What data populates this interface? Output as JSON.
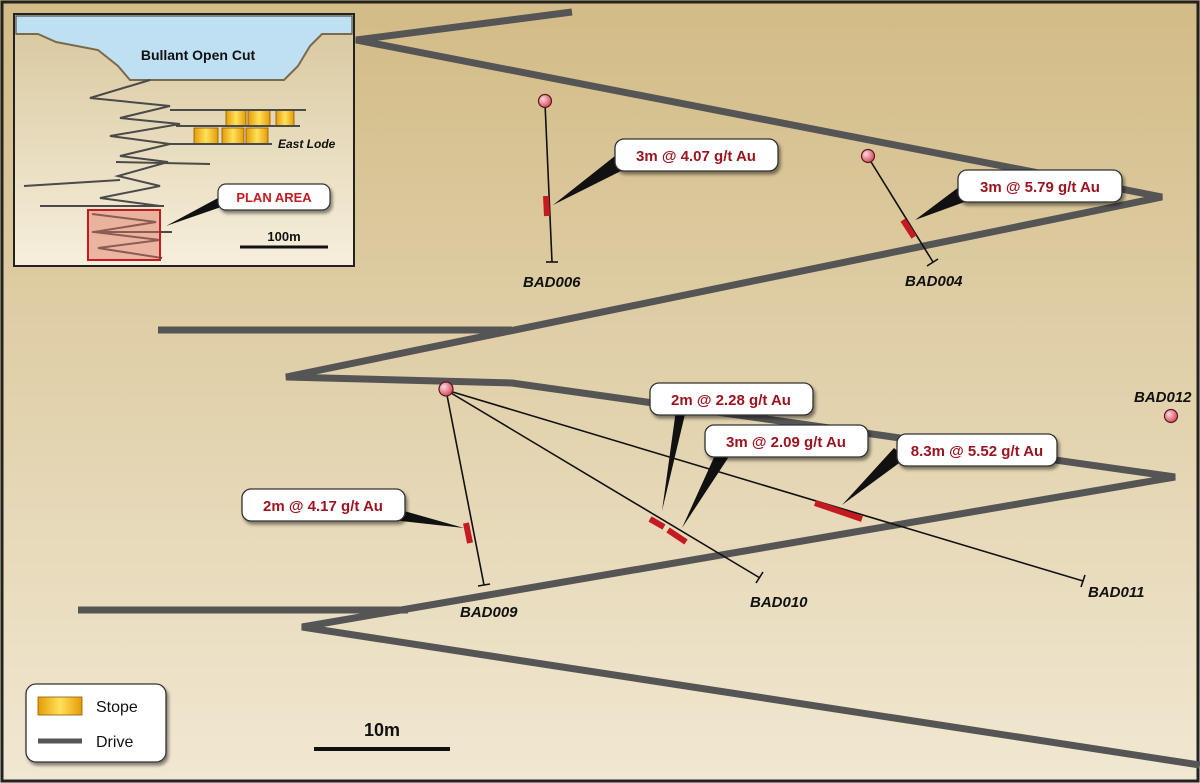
{
  "colors": {
    "background_top": "#d2bb86",
    "background_bottom": "#f1e8d2",
    "drive": "#555555",
    "intercept": "#c41a22",
    "callout_text": "#9b1520",
    "collar": "#e06a78",
    "stope": "#f2b51c"
  },
  "inset": {
    "title": "Bullant Open Cut",
    "lode_label": "East Lode",
    "plan_area_label": "PLAN AREA",
    "scale_label": "100m"
  },
  "holes": [
    {
      "id": "BAD006",
      "label": "BAD006"
    },
    {
      "id": "BAD004",
      "label": "BAD004"
    },
    {
      "id": "BAD009",
      "label": "BAD009"
    },
    {
      "id": "BAD010",
      "label": "BAD010"
    },
    {
      "id": "BAD011",
      "label": "BAD011"
    },
    {
      "id": "BAD012",
      "label": "BAD012"
    }
  ],
  "intercepts": [
    {
      "hole": "BAD006",
      "text": "3m @ 4.07 g/t Au"
    },
    {
      "hole": "BAD004",
      "text": "3m @ 5.79 g/t Au"
    },
    {
      "hole": "BAD010",
      "text": "2m @ 2.28 g/t Au"
    },
    {
      "hole": "BAD010",
      "text": "3m @ 2.09 g/t Au"
    },
    {
      "hole": "BAD011",
      "text": "8.3m @ 5.52 g/t Au"
    },
    {
      "hole": "BAD009",
      "text": "2m @ 4.17 g/t Au"
    }
  ],
  "legend": {
    "items": [
      {
        "icon": "stope-swatch-icon",
        "label": "Stope"
      },
      {
        "icon": "drive-line-icon",
        "label": "Drive"
      }
    ]
  },
  "scale_bar": {
    "label": "10m"
  }
}
